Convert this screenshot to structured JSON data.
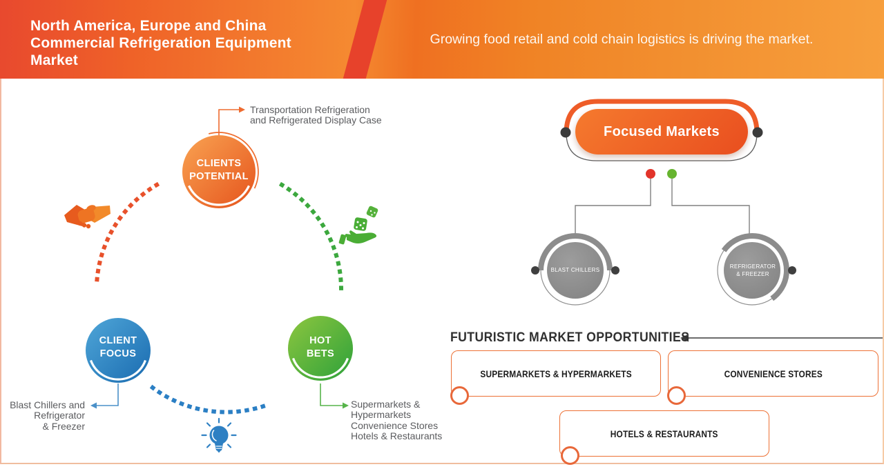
{
  "header": {
    "title_lines": [
      "North America, Europe and China",
      "Commercial Refrigeration Equipment",
      "Market"
    ],
    "subtitle": "Growing food retail and cold chain logistics is driving the market."
  },
  "strategy": {
    "clients_potential": {
      "label_lines": [
        "CLIENTS",
        "POTENTIAL"
      ],
      "callout_lines": [
        "Transportation Refrigeration",
        "and Refrigerated Display Case"
      ],
      "icon": "handshake-icon"
    },
    "client_focus": {
      "label_lines": [
        "CLIENT",
        "FOCUS"
      ],
      "callout_lines": [
        "Blast Chillers and",
        "Refrigerator",
        "& Freezer"
      ],
      "icon": "lightbulb-icon"
    },
    "hot_bets": {
      "label_lines": [
        "HOT",
        "BETS"
      ],
      "callout_lines": [
        "Supermarkets &",
        "Hypermarkets",
        "Convenience Stores",
        "Hotels & Restaurants"
      ],
      "icon": "dice-in-hand-icon"
    }
  },
  "focused_markets": {
    "title": "Focused Markets",
    "nodes": [
      {
        "label_lines": [
          "BLAST CHILLERS"
        ]
      },
      {
        "label_lines": [
          "REFRIGERATOR",
          "& FREEZER"
        ]
      }
    ]
  },
  "opportunities": {
    "heading": "FUTURISTIC MARKET OPPORTUNITIES",
    "boxes": [
      "SUPERMARKETS & HYPERMARKETS",
      "CONVENIENCE STORES",
      "HOTELS & RESTAURANTS"
    ]
  },
  "colors": {
    "header_gradient_left": "#e8492e",
    "header_gradient_right": "#f79f3d",
    "header_stripe": "#e7422b",
    "clients_potential_orange": "#ee6b2b",
    "client_focus_blue": "#2b7fc4",
    "hot_bets_green": "#3ca83e",
    "focused_pill_orange": "#ee5c28",
    "node_gray": "#8c8c8c",
    "red_dot": "#e2342a",
    "green_dot": "#66b42f",
    "box_border_orange": "#ed7034",
    "callout_text_gray": "#5a5b5e",
    "heading_dark": "#303030",
    "page_border_salmon": "#f2b9a1"
  }
}
